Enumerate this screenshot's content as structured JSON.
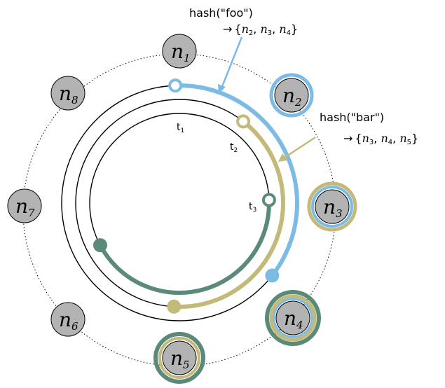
{
  "colors": {
    "blue": "#7bbbe6",
    "tan": "#c3b979",
    "green": "#5c8a78",
    "node_fill": "#b3b3b3",
    "ring": "#000000"
  },
  "nodes": [
    {
      "id": "n1",
      "letter": "n",
      "sub": "1"
    },
    {
      "id": "n2",
      "letter": "n",
      "sub": "2"
    },
    {
      "id": "n3",
      "letter": "n",
      "sub": "3"
    },
    {
      "id": "n4",
      "letter": "n",
      "sub": "4"
    },
    {
      "id": "n5",
      "letter": "n",
      "sub": "5"
    },
    {
      "id": "n6",
      "letter": "n",
      "sub": "6"
    },
    {
      "id": "n7",
      "letter": "n",
      "sub": "7"
    },
    {
      "id": "n8",
      "letter": "n",
      "sub": "8"
    }
  ],
  "tokens": [
    {
      "letter": "t",
      "sub": "1"
    },
    {
      "letter": "t",
      "sub": "2"
    },
    {
      "letter": "t",
      "sub": "3"
    }
  ],
  "annotations": {
    "foo": {
      "call": "hash(\"foo\")",
      "arrow": "→",
      "set_open": "{",
      "items": [
        {
          "l": "n",
          "s": "2"
        },
        {
          "l": "n",
          "s": "3"
        },
        {
          "l": "n",
          "s": "4"
        }
      ],
      "set_close": "}"
    },
    "bar": {
      "call": "hash(\"bar\")",
      "arrow": "→",
      "set_open": "{",
      "items": [
        {
          "l": "n",
          "s": "3"
        },
        {
          "l": "n",
          "s": "4"
        },
        {
          "l": "n",
          "s": "5"
        }
      ],
      "set_close": "}"
    }
  }
}
